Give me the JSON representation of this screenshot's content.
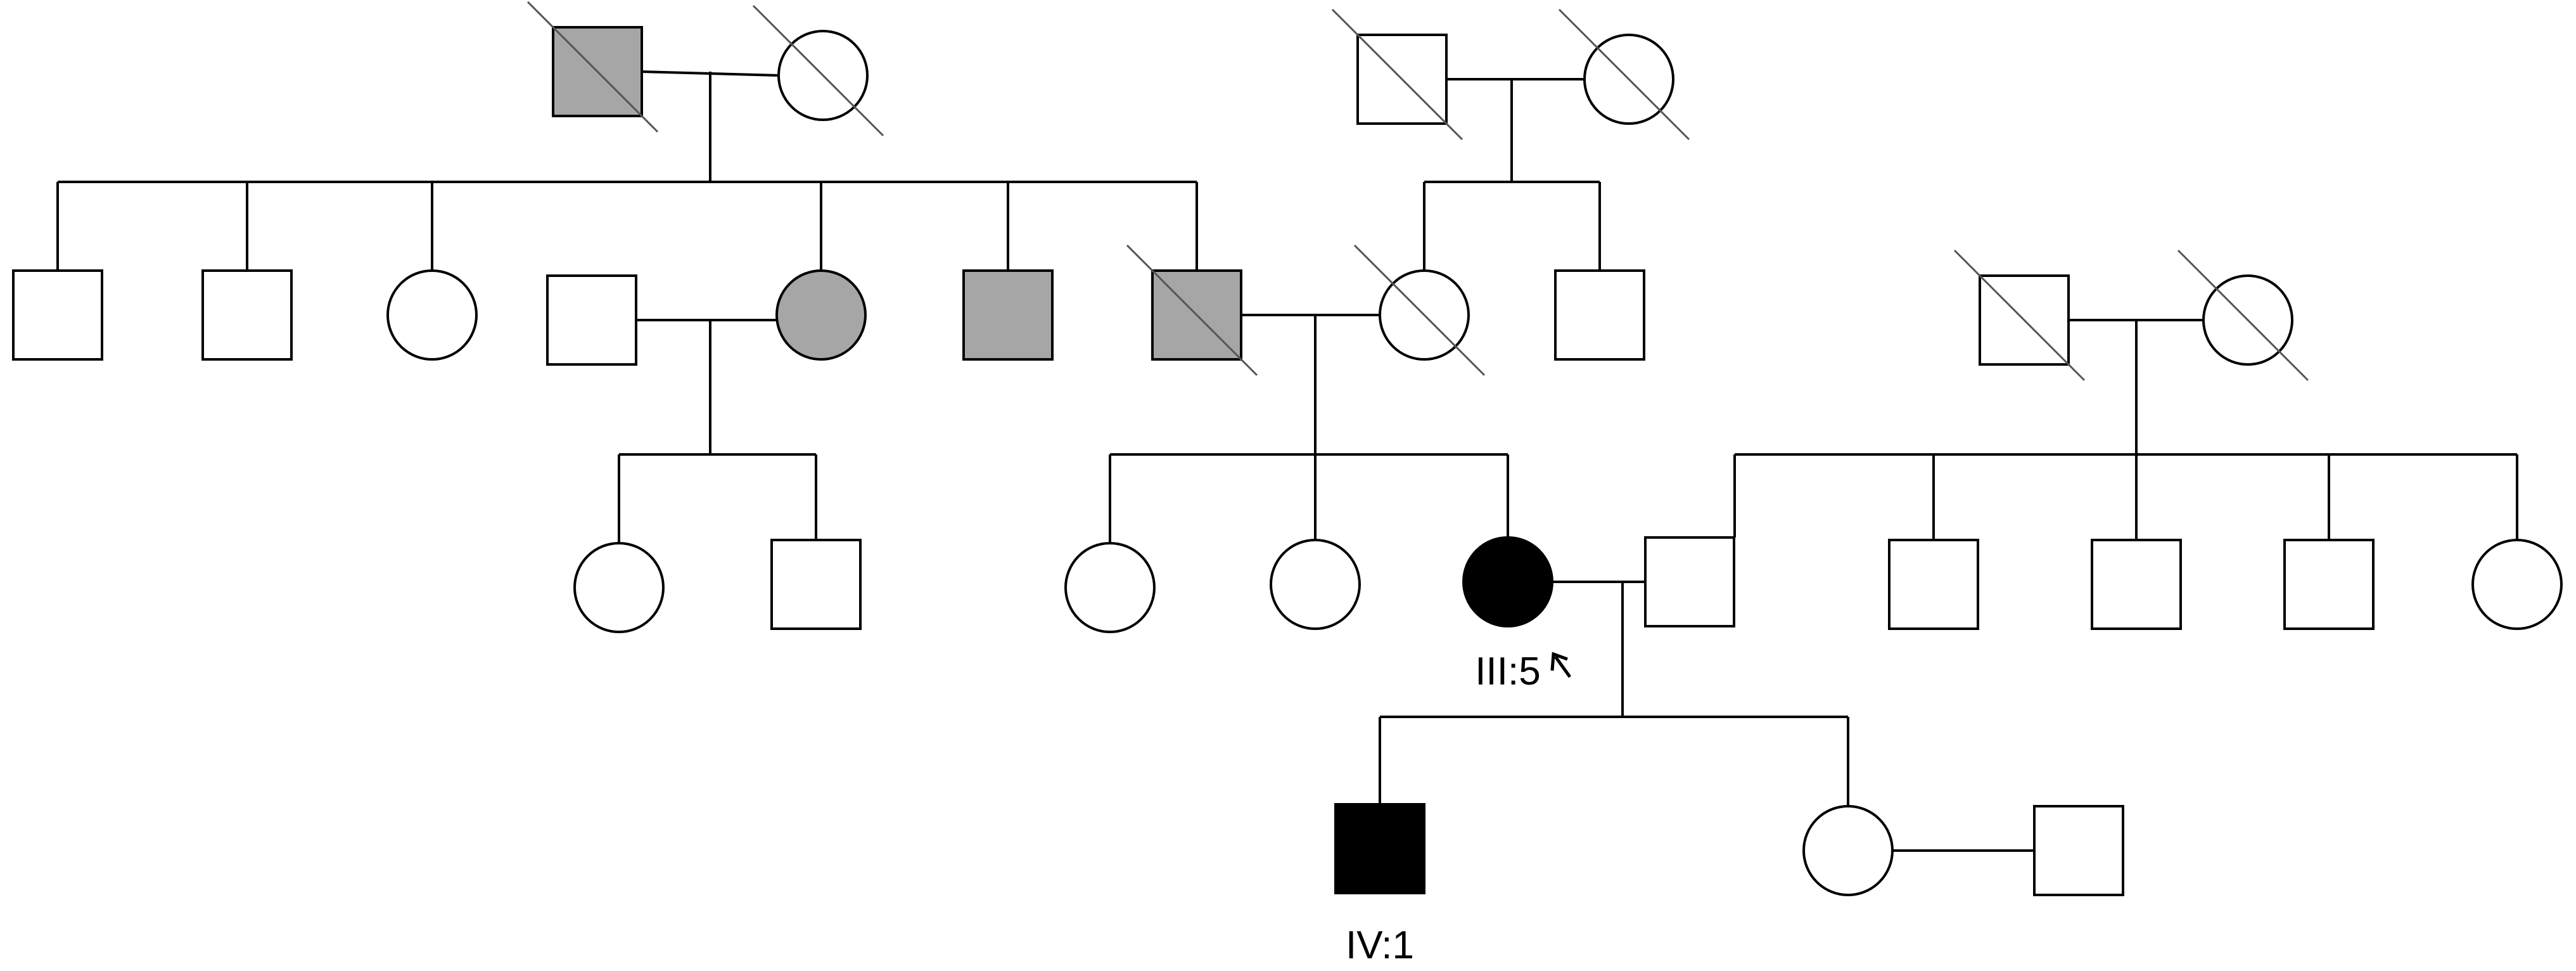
{
  "colors": {
    "unaffected": "#ffffff",
    "carrier": "#a6a6a6",
    "affected": "#000000",
    "line": "#000000",
    "deceased_slash": "#555555"
  },
  "labels": {
    "proband": "III:5",
    "index_son": "IV:1"
  },
  "individuals": [
    {
      "id": "g1_grandfather",
      "sex": "male",
      "status": "carrier",
      "deceased": true
    },
    {
      "id": "g1_grandmother",
      "sex": "female",
      "status": "unaffected",
      "deceased": true
    },
    {
      "id": "g1_grandfather2",
      "sex": "male",
      "status": "unaffected",
      "deceased": true
    },
    {
      "id": "g1_grandmother2",
      "sex": "female",
      "status": "unaffected",
      "deceased": true
    },
    {
      "id": "g2_son1",
      "sex": "male",
      "status": "unaffected",
      "deceased": false
    },
    {
      "id": "g2_son2",
      "sex": "male",
      "status": "unaffected",
      "deceased": false
    },
    {
      "id": "g2_daughter1",
      "sex": "female",
      "status": "unaffected",
      "deceased": false
    },
    {
      "id": "g2_inlaw_husband",
      "sex": "male",
      "status": "unaffected",
      "deceased": false
    },
    {
      "id": "g2_daughter2",
      "sex": "female",
      "status": "carrier",
      "deceased": false
    },
    {
      "id": "g2_son3",
      "sex": "male",
      "status": "carrier",
      "deceased": false
    },
    {
      "id": "g2_son4",
      "sex": "male",
      "status": "carrier",
      "deceased": true
    },
    {
      "id": "g2_wife",
      "sex": "female",
      "status": "unaffected",
      "deceased": true
    },
    {
      "id": "g2_son_wifeside",
      "sex": "male",
      "status": "unaffected",
      "deceased": false
    },
    {
      "id": "g2_grandfather3",
      "sex": "male",
      "status": "unaffected",
      "deceased": true
    },
    {
      "id": "g2_grandmother3",
      "sex": "female",
      "status": "unaffected",
      "deceased": true
    },
    {
      "id": "g3_cousin_f",
      "sex": "female",
      "status": "unaffected",
      "deceased": false
    },
    {
      "id": "g3_cousin_m",
      "sex": "male",
      "status": "unaffected",
      "deceased": false
    },
    {
      "id": "g3_sister1",
      "sex": "female",
      "status": "unaffected",
      "deceased": false
    },
    {
      "id": "g3_sister2",
      "sex": "female",
      "status": "unaffected",
      "deceased": false
    },
    {
      "id": "g3_proband",
      "sex": "female",
      "status": "affected",
      "deceased": false
    },
    {
      "id": "g3_husband",
      "sex": "male",
      "status": "unaffected",
      "deceased": false
    },
    {
      "id": "g3_bil1",
      "sex": "male",
      "status": "unaffected",
      "deceased": false
    },
    {
      "id": "g3_bil2",
      "sex": "male",
      "status": "unaffected",
      "deceased": false
    },
    {
      "id": "g3_bil3",
      "sex": "male",
      "status": "unaffected",
      "deceased": false
    },
    {
      "id": "g3_sil",
      "sex": "female",
      "status": "unaffected",
      "deceased": false
    },
    {
      "id": "g4_son",
      "sex": "male",
      "status": "affected",
      "deceased": false
    },
    {
      "id": "g4_daughter",
      "sex": "female",
      "status": "unaffected",
      "deceased": false
    },
    {
      "id": "g4_daughter_spouse",
      "sex": "male",
      "status": "unaffected",
      "deceased": false
    }
  ]
}
